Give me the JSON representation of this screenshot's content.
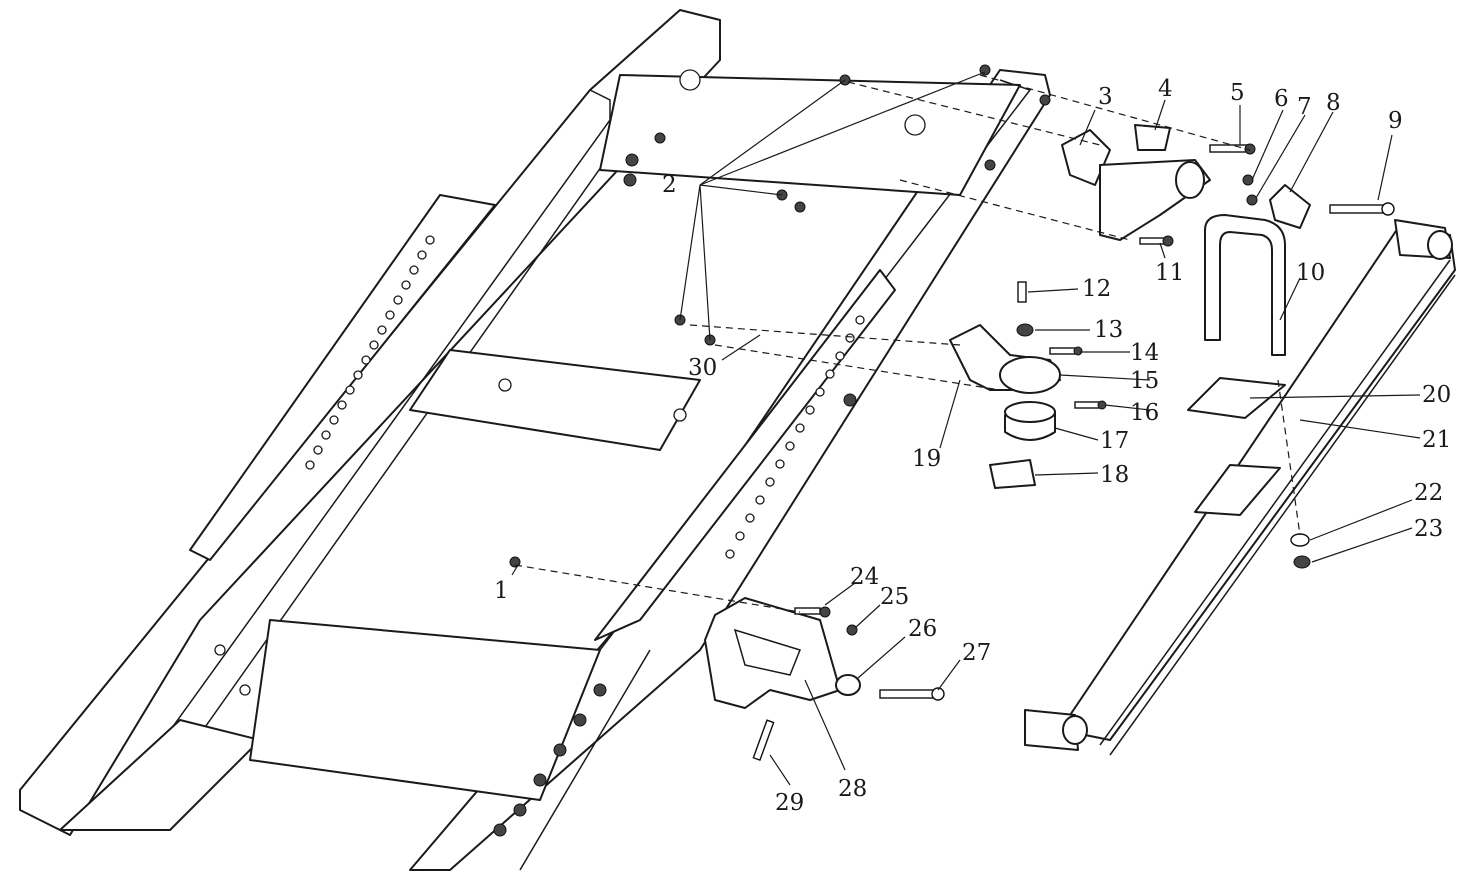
{
  "diagram": {
    "title": "Rear suspension frame and leaf spring exploded view",
    "parts": [
      {
        "number": "1"
      },
      {
        "number": "2"
      },
      {
        "number": "3"
      },
      {
        "number": "4"
      },
      {
        "number": "5"
      },
      {
        "number": "6"
      },
      {
        "number": "7"
      },
      {
        "number": "8"
      },
      {
        "number": "9"
      },
      {
        "number": "10"
      },
      {
        "number": "11"
      },
      {
        "number": "12"
      },
      {
        "number": "13"
      },
      {
        "number": "14"
      },
      {
        "number": "15"
      },
      {
        "number": "16"
      },
      {
        "number": "17"
      },
      {
        "number": "18"
      },
      {
        "number": "19"
      },
      {
        "number": "20"
      },
      {
        "number": "21"
      },
      {
        "number": "22"
      },
      {
        "number": "23"
      },
      {
        "number": "24"
      },
      {
        "number": "25"
      },
      {
        "number": "26"
      },
      {
        "number": "27"
      },
      {
        "number": "28"
      },
      {
        "number": "29"
      },
      {
        "number": "30"
      }
    ]
  },
  "colors": {
    "line": "#1a1a1a",
    "background": "#ffffff"
  }
}
